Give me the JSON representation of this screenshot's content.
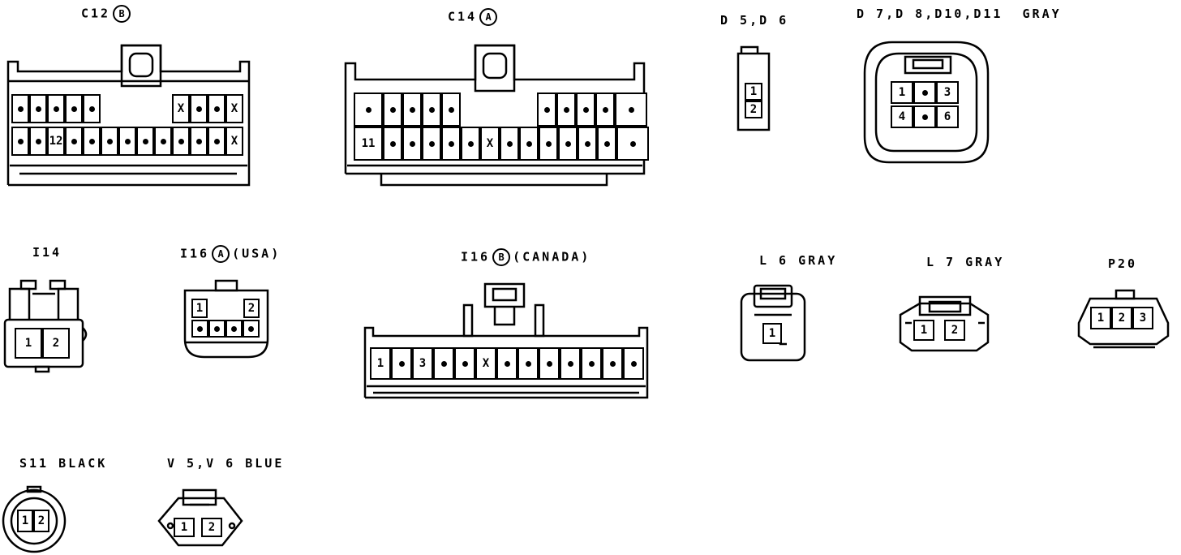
{
  "labels": {
    "c12": "C12",
    "c12_mark": "B",
    "c14": "C14",
    "c14_mark": "A",
    "d5d6": "D 5,D 6",
    "d7": "D 7,D 8,D10,D11",
    "d7_color": "GRAY",
    "i14": "I14",
    "i16a": "I16",
    "i16a_mark": "A",
    "i16a_region": "(USA)",
    "i16b": "I16",
    "i16b_mark": "B",
    "i16b_region": "(CANADA)",
    "l6": "L 6 GRAY",
    "l7": "L 7 GRAY",
    "p20": "P20",
    "s11": "S11 BLACK",
    "v5v6": "V 5,V 6 BLUE"
  },
  "pins": {
    "c12_top": [
      "•",
      "•",
      "•",
      "•",
      "•",
      "",
      "",
      "",
      "",
      "X",
      "•",
      "•",
      "X"
    ],
    "c12_bot": [
      "•",
      "•",
      "12",
      "•",
      "•",
      "•",
      "•",
      "•",
      "•",
      "•",
      "•",
      "•",
      "X"
    ],
    "c14_top": [
      "•",
      "•",
      "•",
      "•",
      "•",
      "",
      "",
      "•",
      "•",
      "•",
      "•",
      "•"
    ],
    "c14_bot": [
      "11",
      "•",
      "•",
      "•",
      "•",
      "•",
      "X",
      "•",
      "•",
      "•",
      "•",
      "•",
      "•",
      "•"
    ],
    "d5d6": [
      "1",
      "2"
    ],
    "d7_top": [
      "1",
      "•",
      "3"
    ],
    "d7_bot": [
      "4",
      "•",
      "6"
    ],
    "i14": [
      "1",
      "2"
    ],
    "i16a_top": [
      "1",
      "2"
    ],
    "i16a_bot": [
      "•",
      "•",
      "•",
      "•"
    ],
    "i16b": [
      "1",
      "•",
      "3",
      "•",
      "•",
      "X",
      "•",
      "•",
      "•",
      "•",
      "•",
      "•",
      "•"
    ],
    "l6": [
      "1"
    ],
    "l7": [
      "1",
      "2"
    ],
    "p20": [
      "1",
      "2",
      "3"
    ],
    "s11": [
      "1",
      "2"
    ],
    "v5v6": [
      "1",
      "2"
    ]
  }
}
